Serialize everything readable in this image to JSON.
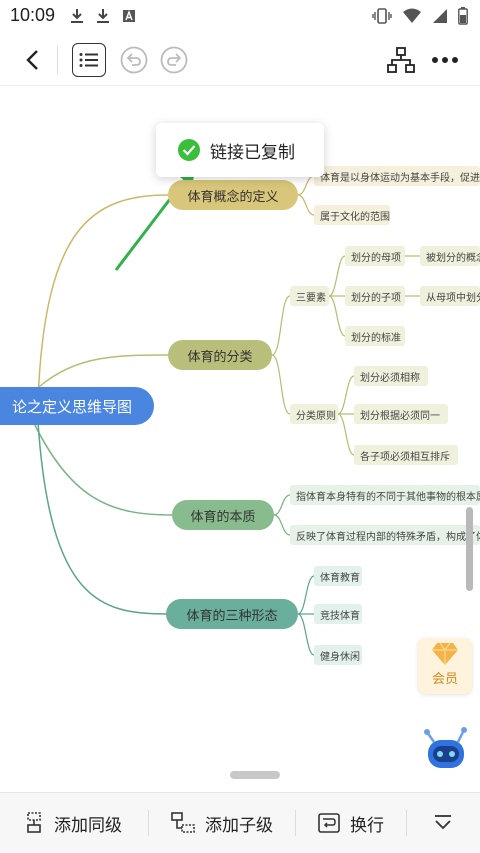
{
  "status_bar": {
    "time": "10:09",
    "left_icons": [
      "download-icon",
      "download-icon",
      "a-box-icon"
    ],
    "right_icons": [
      "vibrate-icon",
      "wifi-icon",
      "signal-icon",
      "battery-icon"
    ]
  },
  "toolbar": {
    "back": "back-icon",
    "outline": "outline-list-icon",
    "undo": "undo-icon",
    "redo": "redo-icon",
    "structure": "structure-icon",
    "more": "more-icon"
  },
  "mindmap": {
    "root": "论之定义思维导图",
    "branches": [
      {
        "label": "体育概念的定义",
        "color": "#d8c67a",
        "line": "#cdb76a",
        "children": [
          "体育是以身体运动为基本手段，促进身",
          "属于文化的范围"
        ]
      },
      {
        "label": "体育的分类",
        "color": "#b9be7a",
        "line": "#b8bb72",
        "children": [
          {
            "label": "三要素",
            "children": [
              "划分的母项",
              "划分的子项",
              "划分的标准"
            ],
            "grandchildren": [
              "被划分的概念",
              "从母项中划分"
            ]
          },
          {
            "label": "分类原则",
            "children": [
              "划分必须相称",
              "划分根据必须同一",
              "各子项必须相互排斥"
            ]
          }
        ]
      },
      {
        "label": "体育的本质",
        "color": "#88bb8e",
        "line": "#78b385",
        "children": [
          "指体育本身特有的不同于其他事物的根本属性",
          "反映了体育过程内部的特殊矛盾，构成了体育"
        ]
      },
      {
        "label": "体育的三种形态",
        "color": "#6aae9c",
        "line": "#5aa38f",
        "children": [
          "体育教育",
          "竞技体育",
          "健身休闲"
        ]
      }
    ]
  },
  "toast": {
    "text": "链接已复制",
    "icon": "check-circle-icon",
    "color": "#3bbf3b"
  },
  "member": {
    "label": "会员",
    "icon": "diamond-icon"
  },
  "assistant": {
    "icon": "robot-icon"
  },
  "bottom_bar": {
    "add_sibling": "添加同级",
    "add_child": "添加子级",
    "wrap": "换行",
    "collapse": "collapse-icon"
  }
}
